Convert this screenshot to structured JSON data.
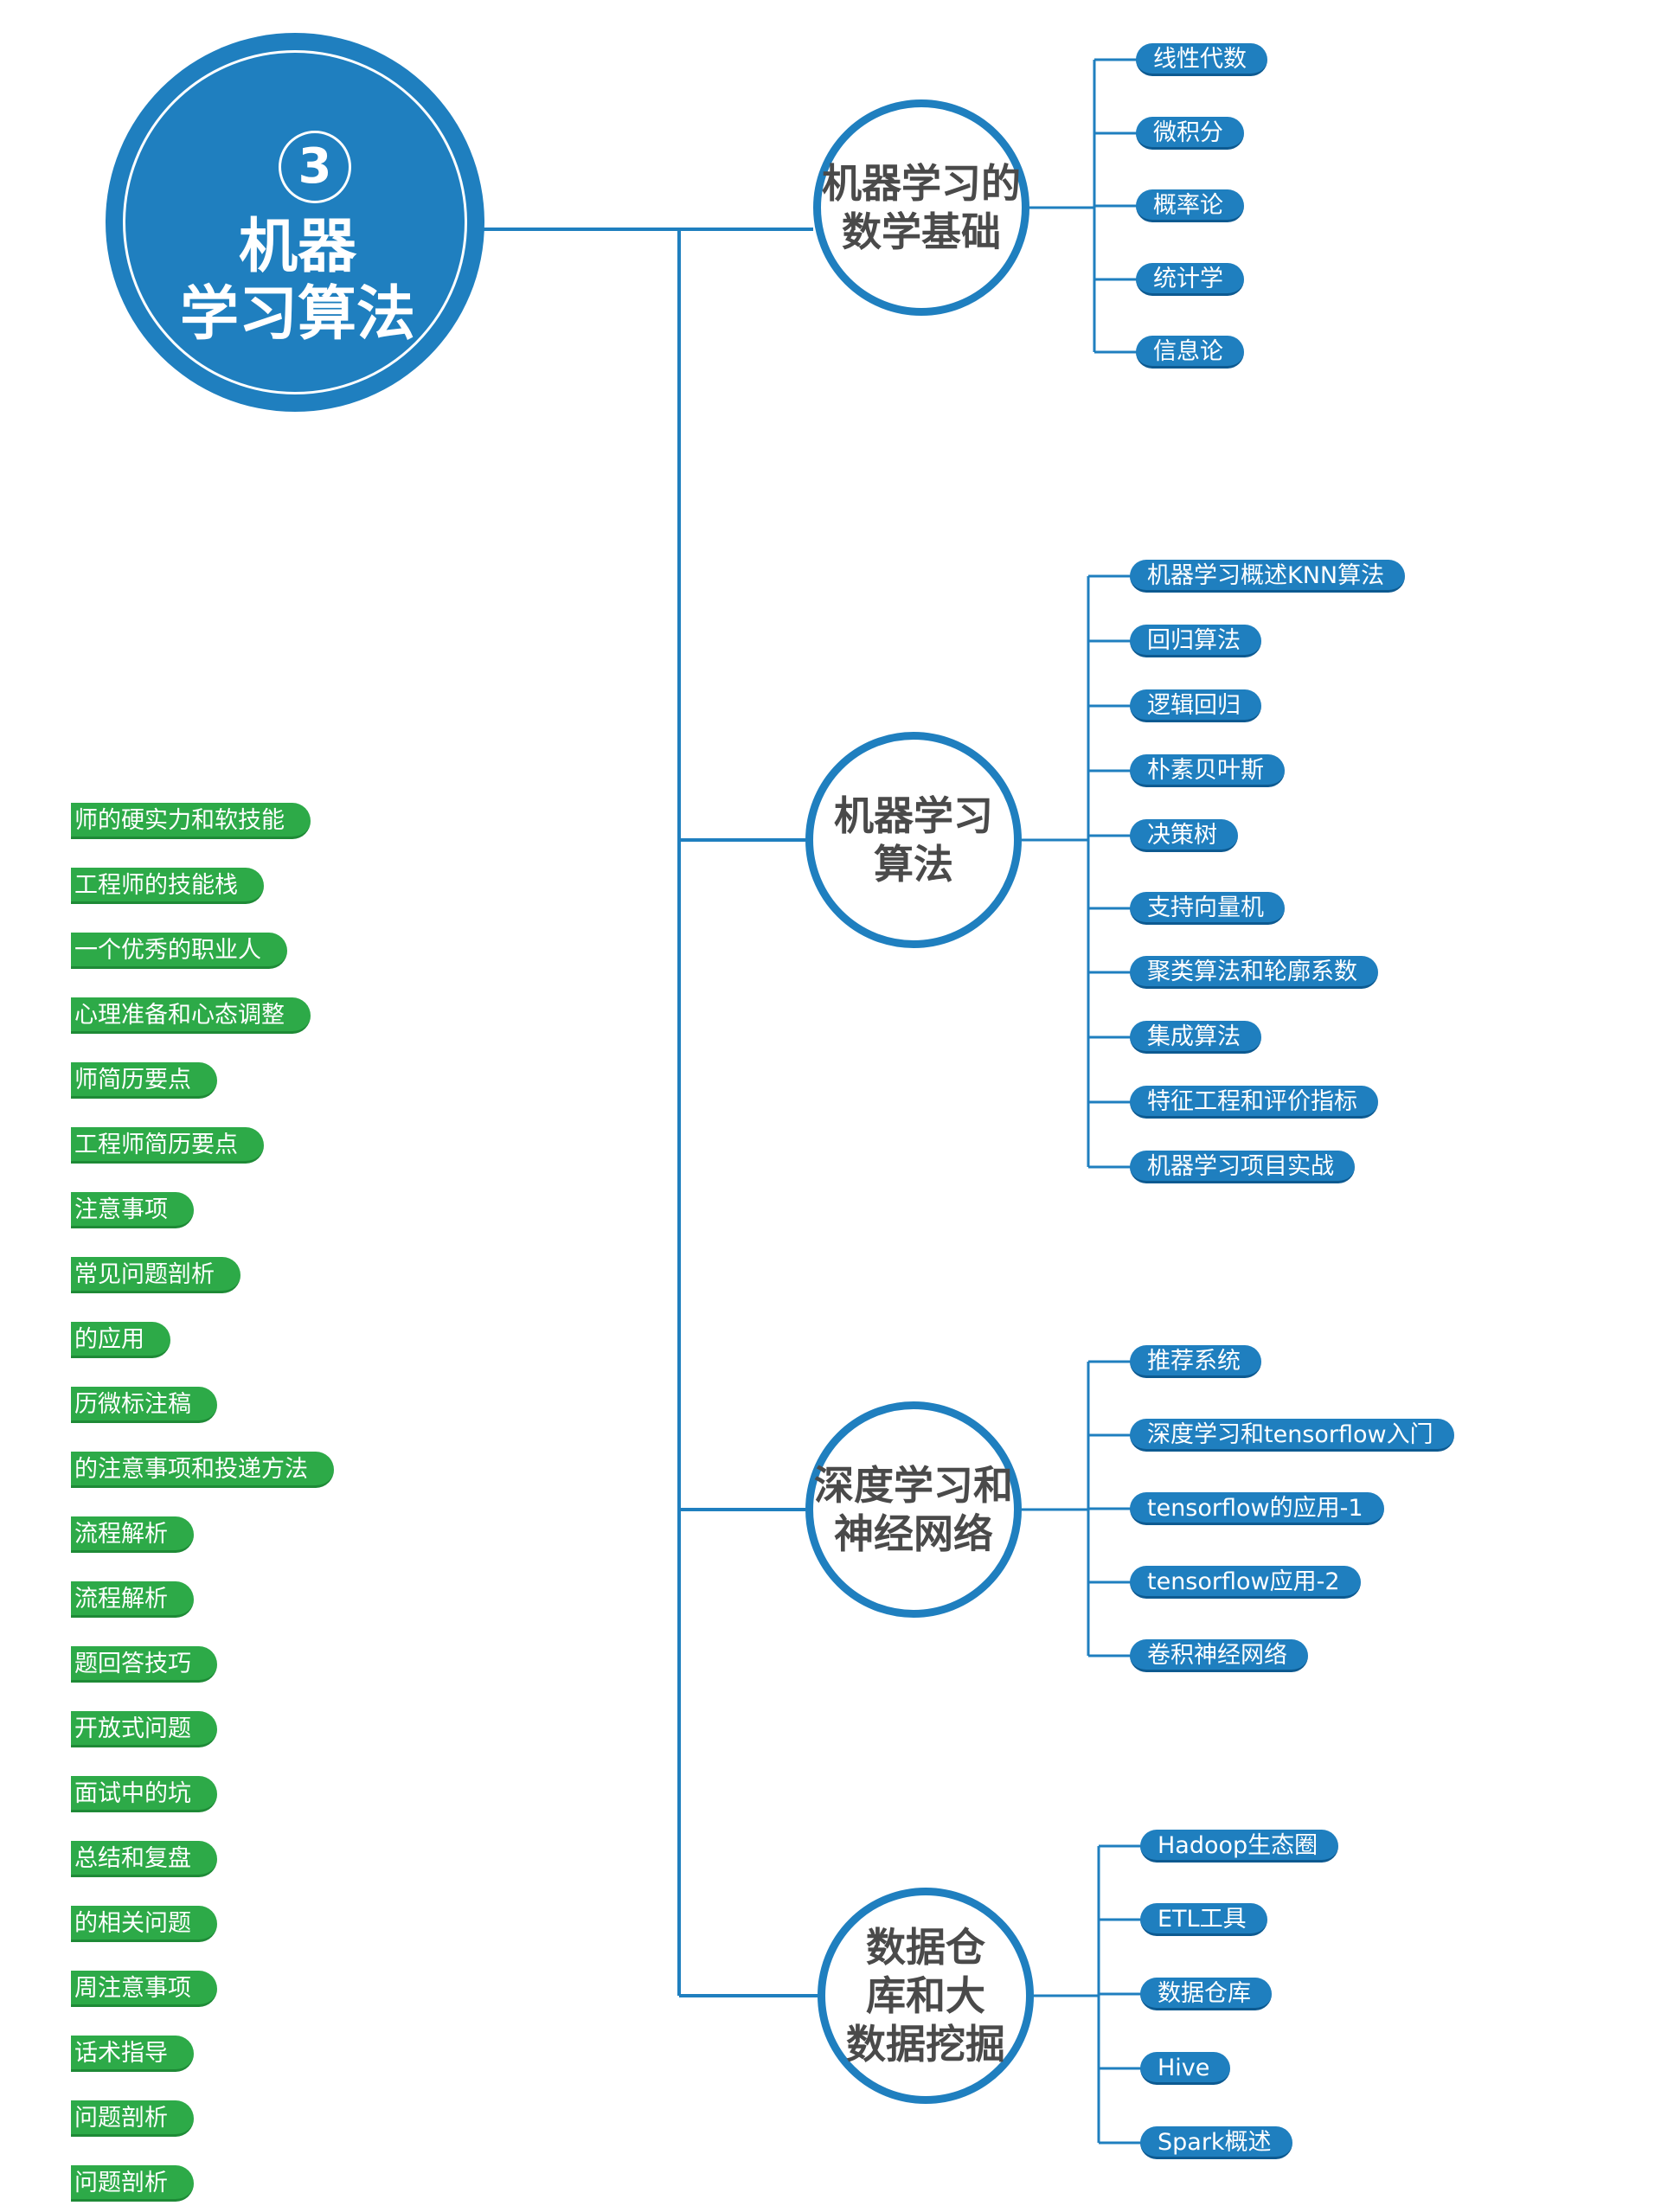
{
  "main": {
    "number": "3",
    "title_line1": "机器",
    "title_line2": "学习算法"
  },
  "branches": [
    {
      "line1": "机器学习的",
      "line2": "数学基础",
      "line3": "",
      "items": [
        "线性代数",
        "微积分",
        "概率论",
        "统计学",
        "信息论"
      ]
    },
    {
      "line1": "机器学习",
      "line2": "算法",
      "line3": "",
      "items": [
        "机器学习概述KNN算法",
        "回归算法",
        "逻辑回归",
        "朴素贝叶斯",
        "决策树",
        "支持向量机",
        "聚类算法和轮廓系数",
        "集成算法",
        "特征工程和评价指标",
        "机器学习项目实战"
      ]
    },
    {
      "line1": "深度学习和",
      "line2": "神经网络",
      "line3": "",
      "items": [
        "推荐系统",
        "深度学习和tensorflow入门",
        "tensorflow的应用-1",
        "tensorflow应用-2",
        "卷积神经网络"
      ]
    },
    {
      "line1": "数据仓",
      "line2": "库和大",
      "line3": "数据挖掘",
      "items": [
        "Hadoop生态圈",
        "ETL工具",
        "数据仓库",
        "Hive",
        "Spark概述"
      ]
    }
  ],
  "left_items": [
    "师的硬实力和软技能",
    "工程师的技能栈",
    "一个优秀的职业人",
    "心理准备和心态调整",
    "师简历要点",
    "工程师简历要点",
    "注意事项",
    "常见问题剖析",
    "的应用",
    "历微标注稿",
    "的注意事项和投递方法",
    "流程解析",
    "流程解析",
    "题回答技巧",
    "开放式问题",
    "面试中的坑",
    "总结和复盘",
    "的相关问题",
    "周注意事项",
    "话术指导",
    "问题剖析",
    "问题剖析"
  ],
  "colors": {
    "blue": "#1f7fbf",
    "green": "#2daa48",
    "text": "#4a4a4a"
  }
}
